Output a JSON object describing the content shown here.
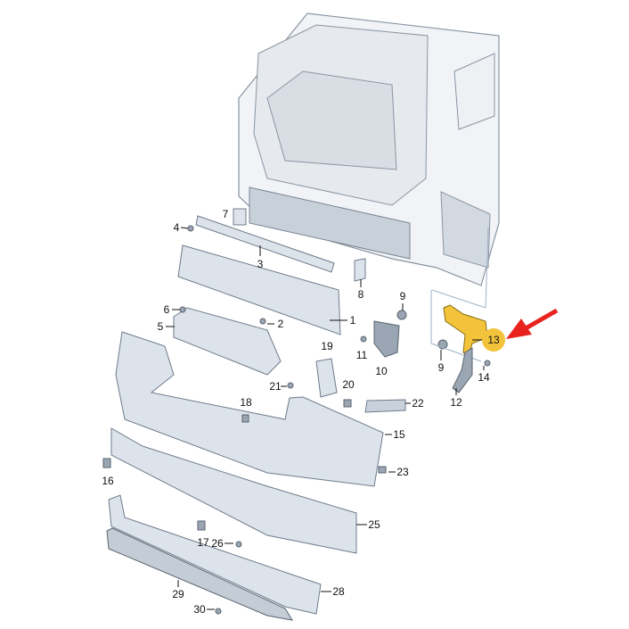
{
  "diagram": {
    "type": "exploded parts diagram, rear bumper assembly",
    "highlight_color": "#f3c33b",
    "arrow_color": "#e8231e",
    "highlighted_part": "13"
  },
  "labels": {
    "p1": "1",
    "p2": "2",
    "p3": "3",
    "p4": "4",
    "p5": "5",
    "p6": "6",
    "p7": "7",
    "p8": "8",
    "p9a": "9",
    "p9b": "9",
    "p10": "10",
    "p11": "11",
    "p12": "12",
    "p13": "13",
    "p14": "14",
    "p15": "15",
    "p16": "16",
    "p17": "17",
    "p18": "18",
    "p19": "19",
    "p20": "20",
    "p21": "21",
    "p22": "22",
    "p23": "23",
    "p25": "25",
    "p26": "26",
    "p28": "28",
    "p29": "29",
    "p30": "30"
  }
}
